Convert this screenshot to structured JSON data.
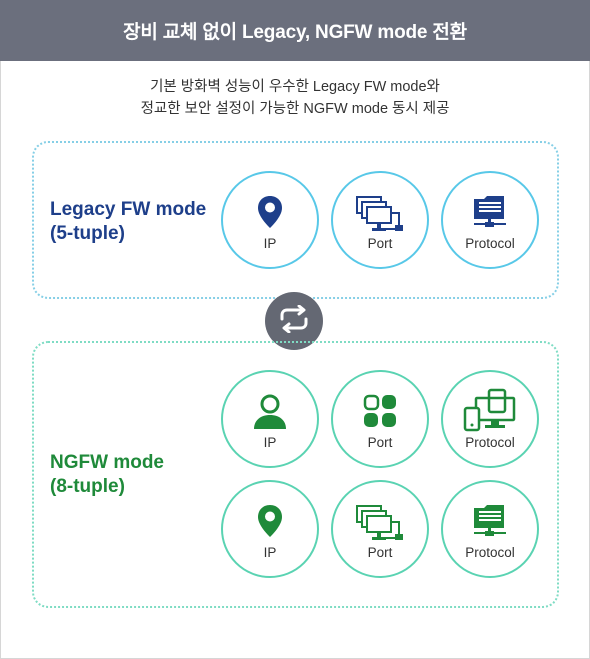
{
  "header": {
    "title": "장비 교체 없이 Legacy, NGFW mode 전환"
  },
  "description": {
    "line1": "기본 방화벽 성능이 우수한 Legacy FW mode와",
    "line2": "정교한 보안 설정이 가능한 NGFW mode 동시 제공"
  },
  "legacy": {
    "title_line1": "Legacy FW mode",
    "title_line2": "(5-tuple)",
    "items": [
      {
        "label": "IP",
        "icon": "location-pin-icon"
      },
      {
        "label": "Port",
        "icon": "network-computers-icon"
      },
      {
        "label": "Protocol",
        "icon": "folder-network-icon"
      }
    ]
  },
  "switch": {
    "icon": "swap-arrows-icon"
  },
  "ngfw": {
    "title_line1": "NGFW mode",
    "title_line2": "(8-tuple)",
    "items": [
      {
        "label": "IP",
        "icon": "user-icon"
      },
      {
        "label": "Port",
        "icon": "apps-grid-icon"
      },
      {
        "label": "Protocol",
        "icon": "devices-icon"
      },
      {
        "label": "IP",
        "icon": "location-pin-icon"
      },
      {
        "label": "Port",
        "icon": "network-computers-icon"
      },
      {
        "label": "Protocol",
        "icon": "folder-network-icon"
      }
    ]
  },
  "colors": {
    "header_bg": "#6b6f7d",
    "legacy_accent": "#1e3f8a",
    "legacy_circle": "#58c8e8",
    "ngfw_accent": "#1f8a3a",
    "ngfw_circle": "#5ad3b2"
  }
}
